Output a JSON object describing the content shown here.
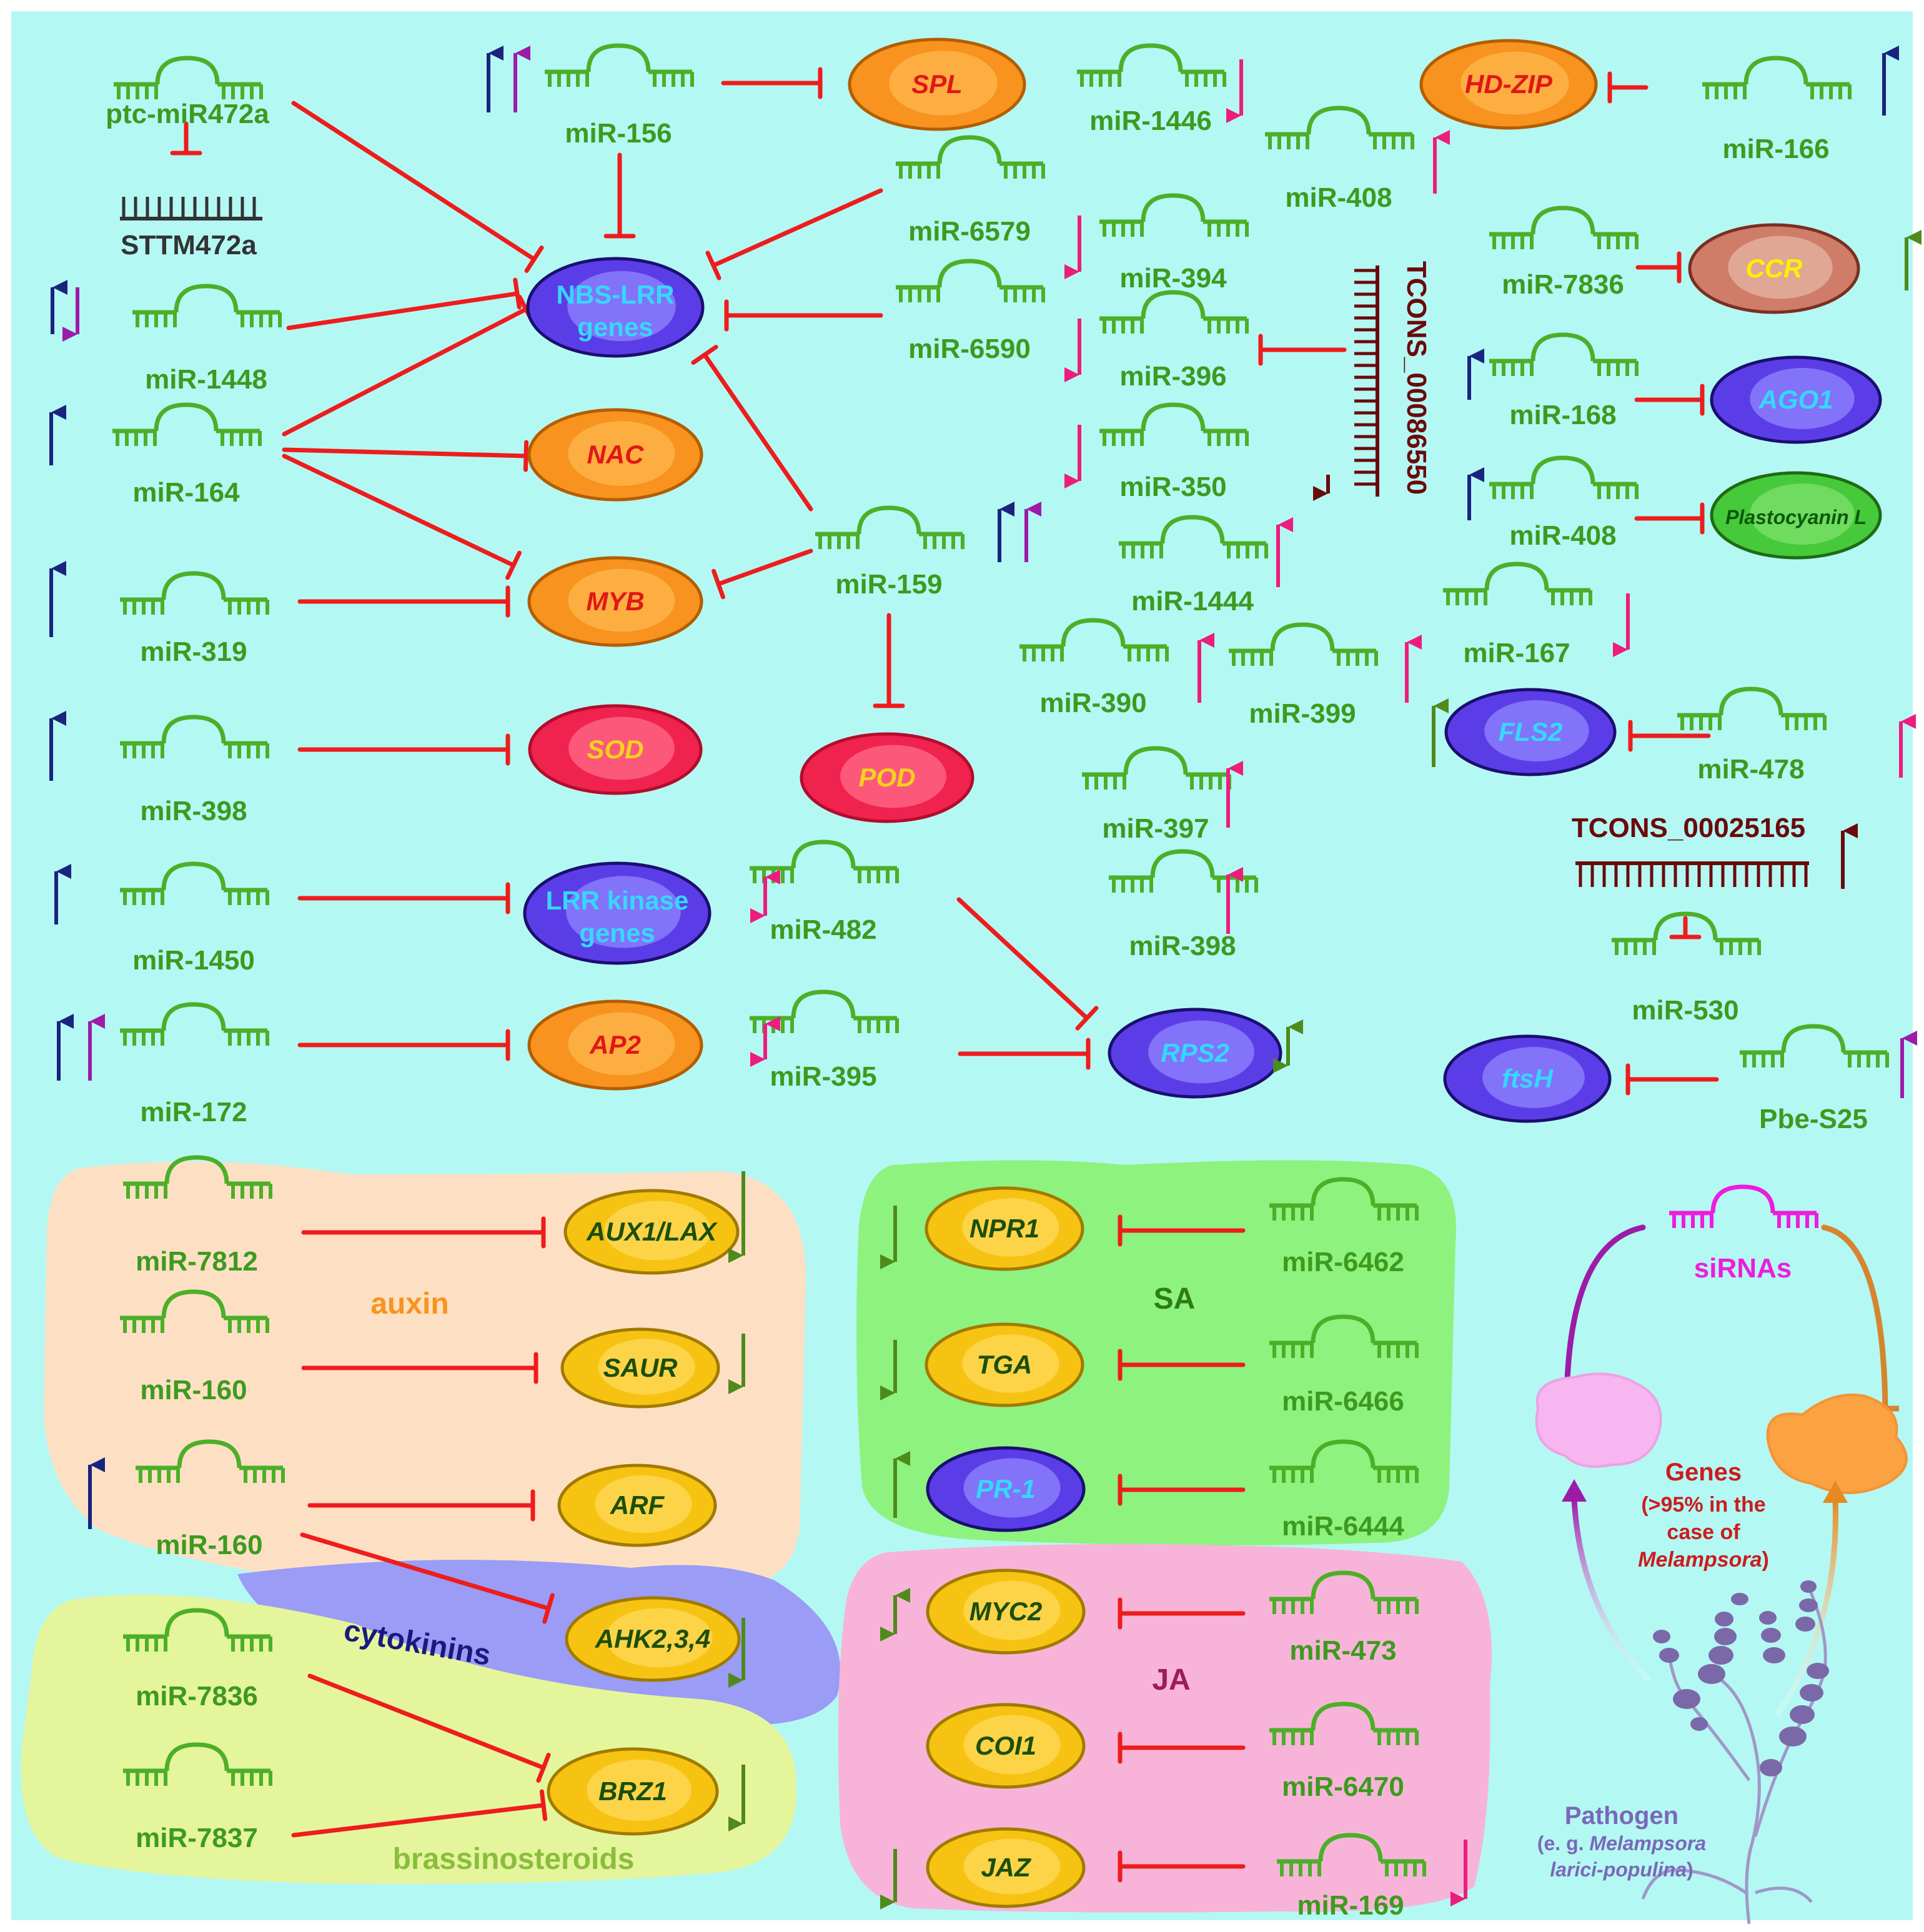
{
  "colors": {
    "background": "#b4f8f4",
    "inhibition": "#ee1c1c",
    "mirna": "#4caf28",
    "mirna_text": "#3e9a1e",
    "up_navy": "#1a237e",
    "up_purple": "#9c1ca8",
    "pink": "#ee1c7c",
    "green_arrow": "#4f8a1c",
    "brown": "#6b0a0a",
    "orange_gene": "#f7931e",
    "red_gene": "#f0224e",
    "blue_gene": "#5b3de8",
    "yellow_gene": "#f7c313"
  },
  "mirnas": [
    {
      "id": "ptc472",
      "label": "ptc-miR472a"
    },
    {
      "id": "m156",
      "label": "miR-156"
    },
    {
      "id": "m1446",
      "label": "miR-1446"
    },
    {
      "id": "m408a",
      "label": "miR-408"
    },
    {
      "id": "m166",
      "label": "miR-166"
    },
    {
      "id": "m6579",
      "label": "miR-6579"
    },
    {
      "id": "m394",
      "label": "miR-394"
    },
    {
      "id": "m1448",
      "label": "miR-1448"
    },
    {
      "id": "m6590",
      "label": "miR-6590"
    },
    {
      "id": "m396",
      "label": "miR-396"
    },
    {
      "id": "m7836a",
      "label": "miR-7836"
    },
    {
      "id": "m168",
      "label": "miR-168"
    },
    {
      "id": "m164",
      "label": "miR-164"
    },
    {
      "id": "m350",
      "label": "miR-350"
    },
    {
      "id": "m408b",
      "label": "miR-408"
    },
    {
      "id": "m159",
      "label": "miR-159"
    },
    {
      "id": "m1444",
      "label": "miR-1444"
    },
    {
      "id": "m319",
      "label": "miR-319"
    },
    {
      "id": "m167",
      "label": "miR-167"
    },
    {
      "id": "m390",
      "label": "miR-390"
    },
    {
      "id": "m399",
      "label": "miR-399"
    },
    {
      "id": "m398a",
      "label": "miR-398"
    },
    {
      "id": "m478",
      "label": "miR-478"
    },
    {
      "id": "m397",
      "label": "miR-397"
    },
    {
      "id": "m1450",
      "label": "miR-1450"
    },
    {
      "id": "m482",
      "label": "miR-482"
    },
    {
      "id": "m398b",
      "label": "miR-398"
    },
    {
      "id": "m530",
      "label": "miR-530"
    },
    {
      "id": "m172",
      "label": "miR-172"
    },
    {
      "id": "m395",
      "label": "miR-395"
    },
    {
      "id": "pbe",
      "label": "Pbe-S25"
    },
    {
      "id": "m7812",
      "label": "miR-7812"
    },
    {
      "id": "m160a",
      "label": "miR-160"
    },
    {
      "id": "m160b",
      "label": "miR-160"
    },
    {
      "id": "m7836b",
      "label": "miR-7836"
    },
    {
      "id": "m7837",
      "label": "miR-7837"
    },
    {
      "id": "m6462",
      "label": "miR-6462"
    },
    {
      "id": "m6466",
      "label": "miR-6466"
    },
    {
      "id": "m6444",
      "label": "miR-6444"
    },
    {
      "id": "m473",
      "label": "miR-473"
    },
    {
      "id": "m6470",
      "label": "miR-6470"
    },
    {
      "id": "m169",
      "label": "miR-169"
    }
  ],
  "genes": [
    {
      "id": "spl",
      "label": "SPL"
    },
    {
      "id": "hdzip",
      "label": "HD-ZIP"
    },
    {
      "id": "nbs",
      "label": "NBS-LRR",
      "label2": "genes"
    },
    {
      "id": "ccr",
      "label": "CCR"
    },
    {
      "id": "ago1",
      "label": "AGO1"
    },
    {
      "id": "nac",
      "label": "NAC"
    },
    {
      "id": "plast",
      "label": "Plastocyanin L"
    },
    {
      "id": "myb",
      "label": "MYB"
    },
    {
      "id": "fls2",
      "label": "FLS2"
    },
    {
      "id": "sod",
      "label": "SOD"
    },
    {
      "id": "pod",
      "label": "POD"
    },
    {
      "id": "lrr",
      "label": "LRR kinase",
      "label2": "genes"
    },
    {
      "id": "rps2",
      "label": "RPS2"
    },
    {
      "id": "ap2",
      "label": "AP2"
    },
    {
      "id": "ftsh",
      "label": "ftsH"
    },
    {
      "id": "aux",
      "label": "AUX1/LAX"
    },
    {
      "id": "saur",
      "label": "SAUR"
    },
    {
      "id": "arf",
      "label": "ARF"
    },
    {
      "id": "ahk",
      "label": "AHK2,3,4"
    },
    {
      "id": "brz1",
      "label": "BRZ1"
    },
    {
      "id": "npr1",
      "label": "NPR1"
    },
    {
      "id": "tga",
      "label": "TGA"
    },
    {
      "id": "pr1",
      "label": "PR-1"
    },
    {
      "id": "myc2",
      "label": "MYC2"
    },
    {
      "id": "coi1",
      "label": "COI1"
    },
    {
      "id": "jaz",
      "label": "JAZ"
    }
  ],
  "lncrnas": [
    {
      "id": "sttm",
      "label": "STTM472a"
    },
    {
      "id": "tcons86",
      "label": "TCONS_00086550"
    },
    {
      "id": "tcons25",
      "label": "TCONS_00025165"
    }
  ],
  "hormones": {
    "auxin": "auxin",
    "cytokinins": "cytokinins",
    "brassinosteroids": "brassinosteroids",
    "sa": "SA",
    "ja": "JA"
  },
  "pathogen": {
    "sirnas": "siRNAs",
    "genes": "Genes",
    "genes_note1": "(>95% in the",
    "genes_note2": "case of",
    "genes_note3": "Melampsora",
    "genes_note3_tail": ")",
    "title": "Pathogen",
    "example1": "(e. g. ",
    "example1_italic": "Melampsora",
    "example2_italic": "larici-populina",
    "example2_tail": ")"
  }
}
